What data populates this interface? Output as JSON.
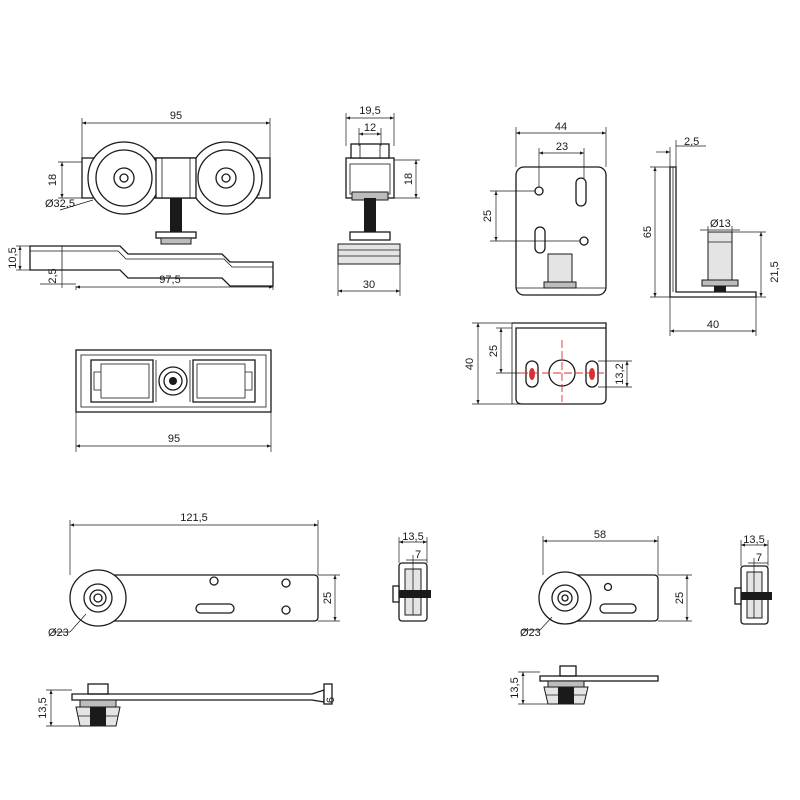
{
  "views": {
    "trolley_front": {
      "width": "95",
      "height": "18",
      "wheel_dia": "Ø32,5",
      "plate_thickness": "10,5",
      "offset": "2,5",
      "plate_length": "97,5"
    },
    "trolley_side": {
      "width": "19,5",
      "inner": "12",
      "height": "18",
      "base": "30"
    },
    "trolley_top": {
      "width": "95"
    },
    "bracket_front": {
      "width": "44",
      "hole_spacing": "23",
      "height": "25"
    },
    "bracket_side": {
      "thickness": "2,5",
      "height": "65",
      "pin_dia": "Ø13",
      "pin_height": "21,5",
      "depth": "40"
    },
    "bracket_top": {
      "depth": "40",
      "offset": "25",
      "slot": "13,2"
    },
    "guide_long": {
      "length": "121,5",
      "width": "25",
      "wheel_dia": "Ø23",
      "thickness": "13,5",
      "thickness_side": "13,5",
      "groove": "7",
      "plate": "6"
    },
    "guide_short": {
      "length": "58",
      "width": "25",
      "wheel_dia": "Ø23",
      "thickness": "13,5",
      "thickness_side": "13,5",
      "groove": "7"
    }
  }
}
